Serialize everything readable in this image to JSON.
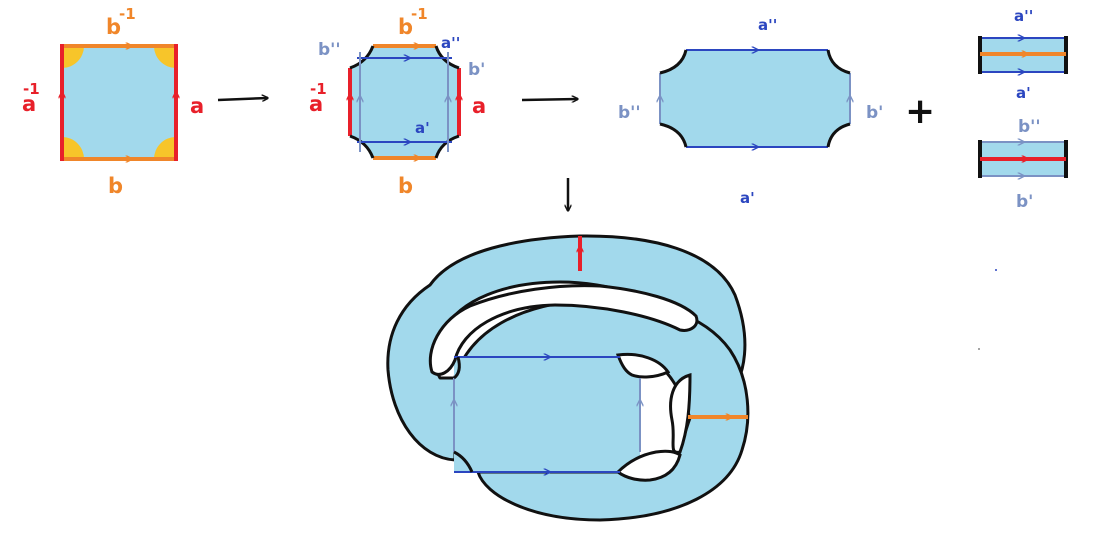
{
  "colors": {
    "fill": "#a2d9ec",
    "red": "#e8202a",
    "orange": "#f0862a",
    "yellow": "#f7c52a",
    "navy": "#2b46c0",
    "slate": "#7b92c4",
    "outline": "#111111"
  },
  "square": {
    "label_top": "b",
    "label_top_exp": "-1",
    "label_left": "a",
    "label_left_exp": "-1",
    "label_right": "a",
    "label_bottom": "b"
  },
  "cut_square": {
    "label_top": "b",
    "label_top_exp": "-1",
    "label_left": "a",
    "label_left_exp": "-1",
    "label_right": "a",
    "label_bottom": "b",
    "inner_top_right": "a''",
    "inner_top_left": "b''",
    "inner_right": "b'",
    "inner_bottom": "a'"
  },
  "disk": {
    "label_top": "a''",
    "label_bottom": "a'",
    "label_left": "b''",
    "label_right": "b'"
  },
  "plus_sign": "+",
  "bands": {
    "top": {
      "label_top": "a''",
      "label_bottom": "a'"
    },
    "bottom": {
      "label_top": "b''",
      "label_bottom": "b'"
    }
  },
  "icons": [
    "arrow-right-icon",
    "arrow-right-icon",
    "arrow-down-icon"
  ]
}
